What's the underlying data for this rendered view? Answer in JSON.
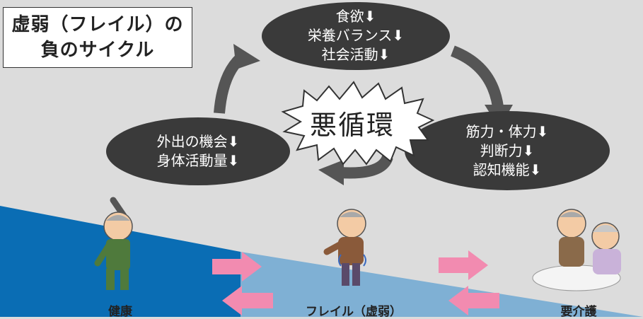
{
  "title": {
    "line1": "虚弱（フレイル）の",
    "line2": "負のサイクル"
  },
  "center_label": "悪循環",
  "nodes": {
    "top": [
      "食欲⬇",
      "栄養バランス⬇",
      "社会活動⬇"
    ],
    "right": [
      "筋力・体力⬇",
      "判断力⬇",
      "認知機能⬇"
    ],
    "left": [
      "外出の機会⬇",
      "身体活動量⬇"
    ]
  },
  "stages": {
    "healthy": "健康",
    "frailty": "フレイル（虚弱）",
    "care": "要介護"
  },
  "colors": {
    "node_fill": "#3a3a3a",
    "cycle_arrow": "#555555",
    "healthy_blue": "#0a6db4",
    "frailty_blue": "#7fb0d4",
    "pink_arrow": "#f28bb0",
    "background": "#dcdcdc"
  }
}
